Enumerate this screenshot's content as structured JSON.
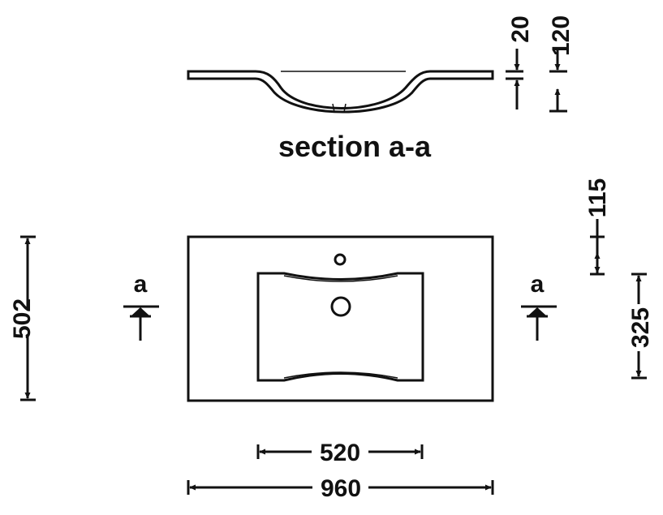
{
  "section": {
    "title": "section a-a",
    "dimensions": {
      "thickness": "20",
      "depth": "120"
    }
  },
  "plan": {
    "section_marker_left": "a",
    "section_marker_right": "a",
    "dimensions": {
      "overall_width": "960",
      "basin_width": "520",
      "overall_depth": "502",
      "tap_hole_offset": "115",
      "drain_offset": "325"
    }
  },
  "colors": {
    "line": "#111111",
    "background": "#ffffff"
  }
}
